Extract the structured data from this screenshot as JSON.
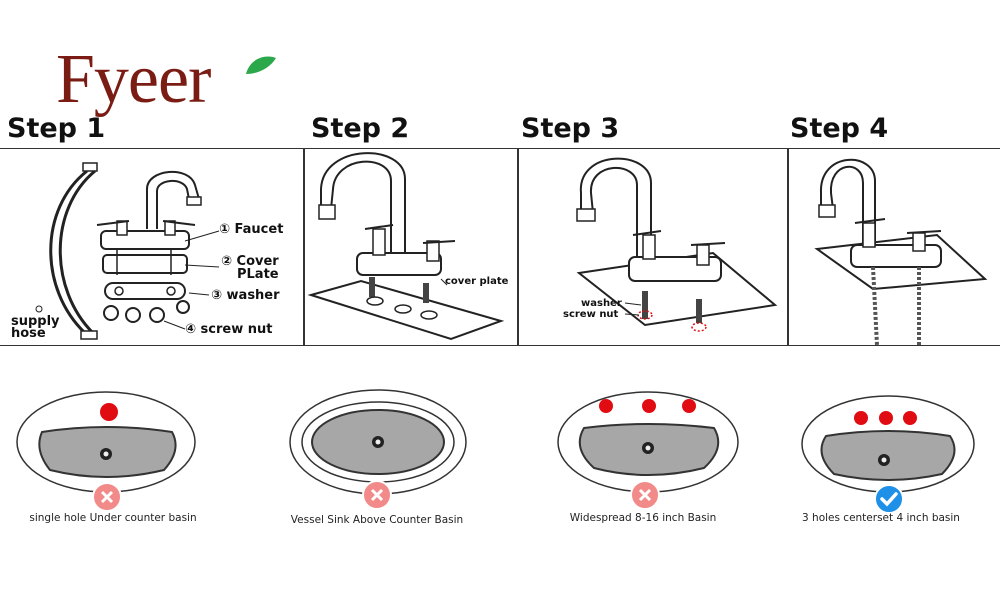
{
  "brand": {
    "name": "Fyeer",
    "color": "#7a1c14",
    "leaf_color": "#2ba84a"
  },
  "steps": [
    {
      "title": "Step 1",
      "labels": {
        "faucet": "① Faucet",
        "cover": "② Cover",
        "plate": "PLate",
        "washer": "③ washer",
        "screw_nut": "④ screw nut",
        "supply": "supply",
        "hose": "hose"
      }
    },
    {
      "title": "Step 2",
      "labels": {
        "cover_plate": "cover plate"
      }
    },
    {
      "title": "Step 3",
      "labels": {
        "washer": "washer",
        "screw_nut": "screw nut"
      }
    },
    {
      "title": "Step 4"
    }
  ],
  "basins": [
    {
      "caption": "single hole Under counter basin",
      "status": "cross-icon",
      "holes": 1
    },
    {
      "caption": "Vessel Sink Above Counter  Basin",
      "status": "cross-icon",
      "holes": 0
    },
    {
      "caption": "Widespread 8-16 inch Basin",
      "status": "cross-icon",
      "holes": 3
    },
    {
      "caption": "3 holes centerset 4 inch basin",
      "status": "check-icon",
      "holes": 3
    }
  ],
  "colors": {
    "hole_red": "#e10b12",
    "cross_pink": "#f28a8a",
    "check_blue": "#1e90e8",
    "basin_fill": "#a7a7a7",
    "basin_edge": "#333333"
  }
}
